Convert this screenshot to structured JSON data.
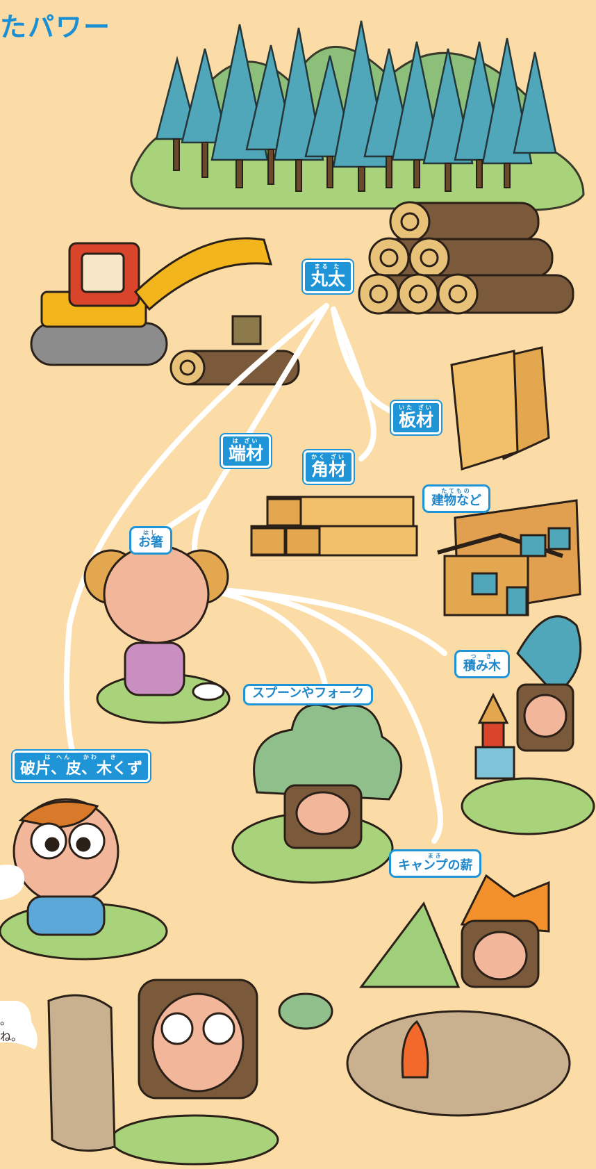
{
  "title": "たパワー",
  "labels": {
    "maruta": {
      "ruby": "まる た",
      "text": "丸太"
    },
    "itazai": {
      "ruby": "いた ざい",
      "text": "板材"
    },
    "hazai": {
      "ruby": "は ざい",
      "text": "端材"
    },
    "kakuzai": {
      "ruby": "かく ざい",
      "text": "角材"
    },
    "tatemono": {
      "ruby": "たてもの",
      "text": "建物など"
    },
    "ohashi": {
      "ruby": "はし",
      "text": "お箸"
    },
    "tsumiki": {
      "ruby": "つ　き",
      "text": "積み木"
    },
    "spoon": {
      "text": "スプーンやフォーク"
    },
    "hahen": {
      "ruby": "は へん　 かわ 　き",
      "text": "破片、皮、木くず"
    },
    "camp": {
      "ruby": "まき",
      "text": "キャンプの薪"
    }
  },
  "speech_bubble_fragments": {
    "line1": "。",
    "line2": "ね。"
  },
  "colors": {
    "background": "#fbdca6",
    "label_blue": "#1f95d8",
    "path_white": "#ffffff",
    "tree_teal": "#4fa7b9",
    "log_brown": "#7a5a3a",
    "grass_green": "#a9d37a",
    "machine_yellow": "#f2b51c"
  }
}
